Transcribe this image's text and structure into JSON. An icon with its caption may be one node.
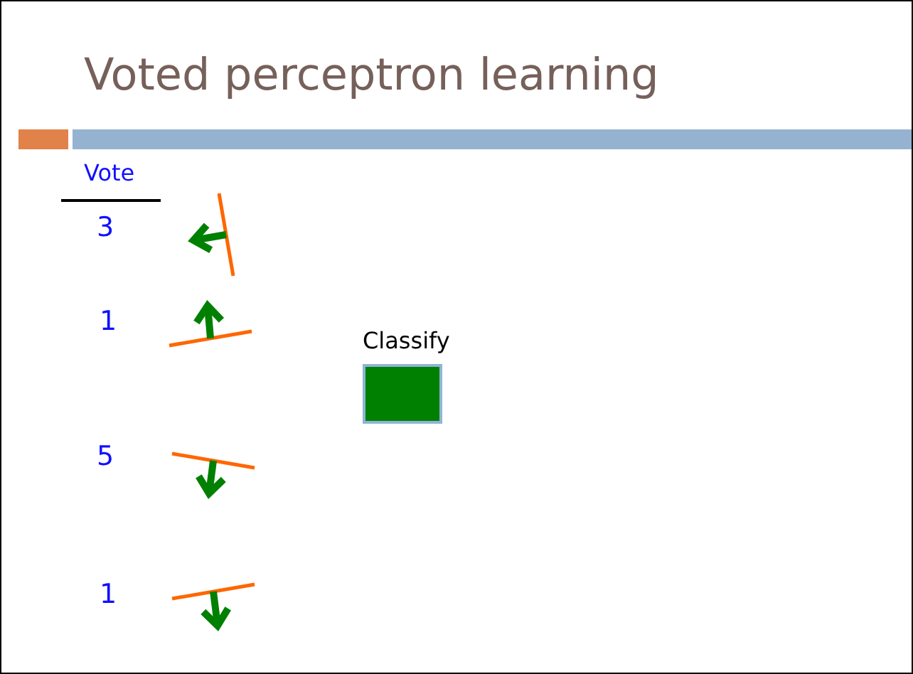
{
  "diagram": {
    "title": "Voted perceptron learning",
    "nodes": [
      {
        "text": [
          "Classify"
        ]
      }
    ],
    "labels": [
      "Vote",
      "3",
      "1",
      "5",
      "1"
    ]
  }
}
